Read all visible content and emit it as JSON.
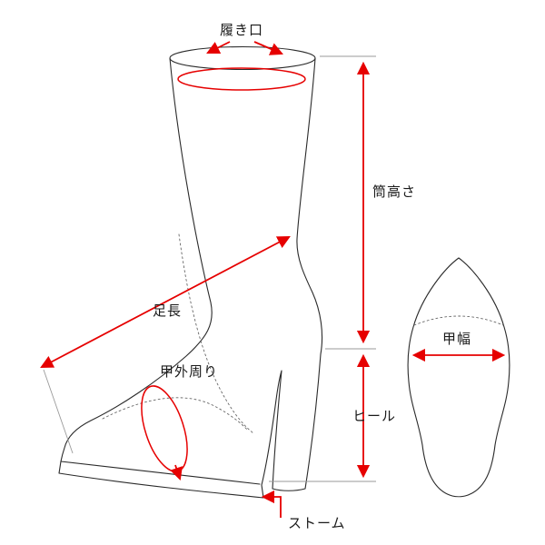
{
  "diagram_title": "boot-measurement-diagram",
  "labels": {
    "opening": "履き口",
    "shaft_height": "筒高さ",
    "foot_length": "足長",
    "instep_girth": "甲外周り",
    "heel": "ヒール",
    "instep_width": "甲幅",
    "storm": "ストーム"
  },
  "colors": {
    "arrow": "#e60000",
    "line": "#2a2a2a"
  }
}
